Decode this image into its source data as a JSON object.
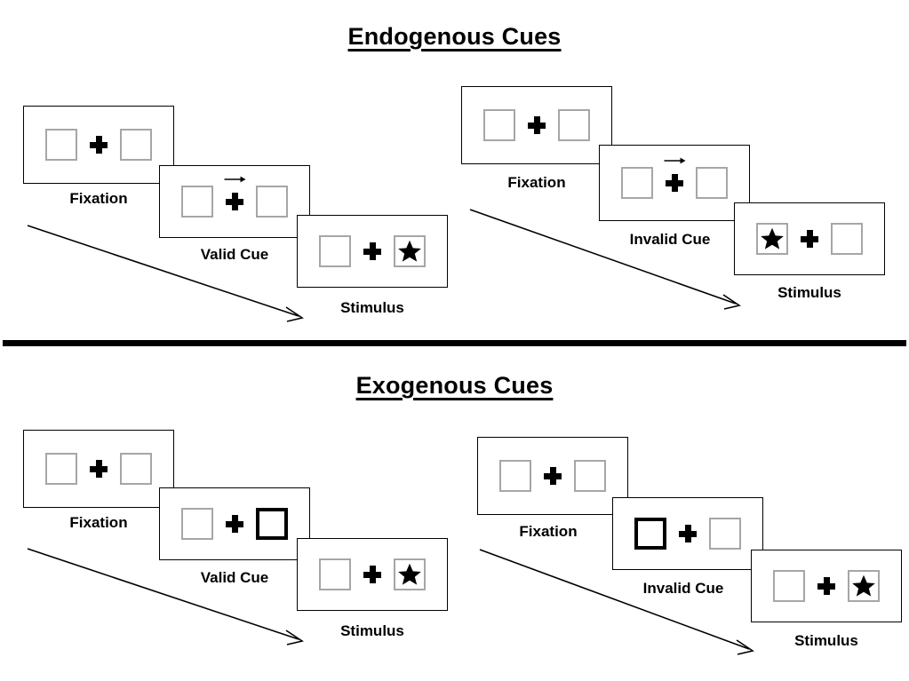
{
  "figure": {
    "sections": [
      {
        "id": "endogenous",
        "title": "Endogenous Cues",
        "panels": [
          {
            "id": "endo-valid-fixation",
            "caption": "Fixation",
            "cue_type": "none",
            "left_box": "empty",
            "right_box": "empty"
          },
          {
            "id": "endo-valid-cue",
            "caption": "Valid Cue",
            "cue_type": "arrow-right",
            "left_box": "empty",
            "right_box": "empty"
          },
          {
            "id": "endo-valid-stimulus",
            "caption": "Stimulus",
            "cue_type": "none",
            "left_box": "empty",
            "right_box": "star"
          },
          {
            "id": "endo-invalid-fixation",
            "caption": "Fixation",
            "cue_type": "none",
            "left_box": "empty",
            "right_box": "empty"
          },
          {
            "id": "endo-invalid-cue",
            "caption": "Invalid Cue",
            "cue_type": "arrow-right",
            "left_box": "empty",
            "right_box": "empty"
          },
          {
            "id": "endo-invalid-stimulus",
            "caption": "Stimulus",
            "cue_type": "none",
            "left_box": "star",
            "right_box": "empty"
          }
        ]
      },
      {
        "id": "exogenous",
        "title": "Exogenous Cues",
        "panels": [
          {
            "id": "exo-valid-fixation",
            "caption": "Fixation",
            "cue_type": "none",
            "left_box": "empty",
            "right_box": "empty"
          },
          {
            "id": "exo-valid-cue",
            "caption": "Valid Cue",
            "cue_type": "box-highlight-right",
            "left_box": "empty",
            "right_box": "cued"
          },
          {
            "id": "exo-valid-stimulus",
            "caption": "Stimulus",
            "cue_type": "none",
            "left_box": "empty",
            "right_box": "star"
          },
          {
            "id": "exo-invalid-fixation",
            "caption": "Fixation",
            "cue_type": "none",
            "left_box": "empty",
            "right_box": "empty"
          },
          {
            "id": "exo-invalid-cue",
            "caption": "Invalid Cue",
            "cue_type": "box-highlight-left",
            "left_box": "cued",
            "right_box": "empty"
          },
          {
            "id": "exo-invalid-stimulus",
            "caption": "Stimulus",
            "cue_type": "none",
            "left_box": "empty",
            "right_box": "star"
          }
        ]
      }
    ],
    "time_arrows": [
      {
        "id": "endo-valid-timeline"
      },
      {
        "id": "endo-invalid-timeline"
      },
      {
        "id": "exo-valid-timeline"
      },
      {
        "id": "exo-invalid-timeline"
      }
    ],
    "colors": {
      "background": "#ffffff",
      "ink": "#000000",
      "box_border": "#a6a6a6",
      "panel_border": "#000000",
      "cued_border": "#000000"
    }
  }
}
